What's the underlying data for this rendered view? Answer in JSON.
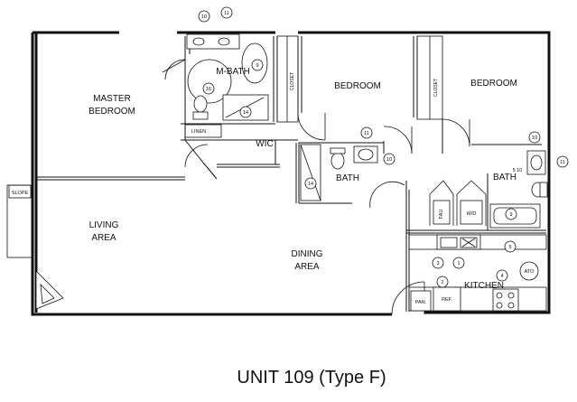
{
  "rooms": {
    "master_bedroom_1": "MASTER",
    "master_bedroom_2": "BEDROOM",
    "m_bath": "M-BATH",
    "bedroom_a": "BEDROOM",
    "bedroom_b": "BEDROOM",
    "wic": "WIC",
    "bath_1": "BATH",
    "bath_2": "BATH",
    "living_1": "LIVING",
    "living_2": "AREA",
    "dining_1": "DINING",
    "dining_2": "AREA",
    "kitchen": "KITCHEN"
  },
  "labels": {
    "closet": "CLOSET",
    "linen": "LINEN",
    "slope": "SLOPE",
    "fau": "FAU",
    "wd": "W/D",
    "pan": "PAN.",
    "ref": "REF.",
    "ato": "ATO"
  },
  "callouts": {
    "n1": "1",
    "n2": "2",
    "n3": "3",
    "n4": "4",
    "n5": "5",
    "n9": "9",
    "n10": "10",
    "n11": "11",
    "n14": "14",
    "n16": "16",
    "bath_note": "5  10"
  },
  "caption": "UNIT 109 (Type F)"
}
